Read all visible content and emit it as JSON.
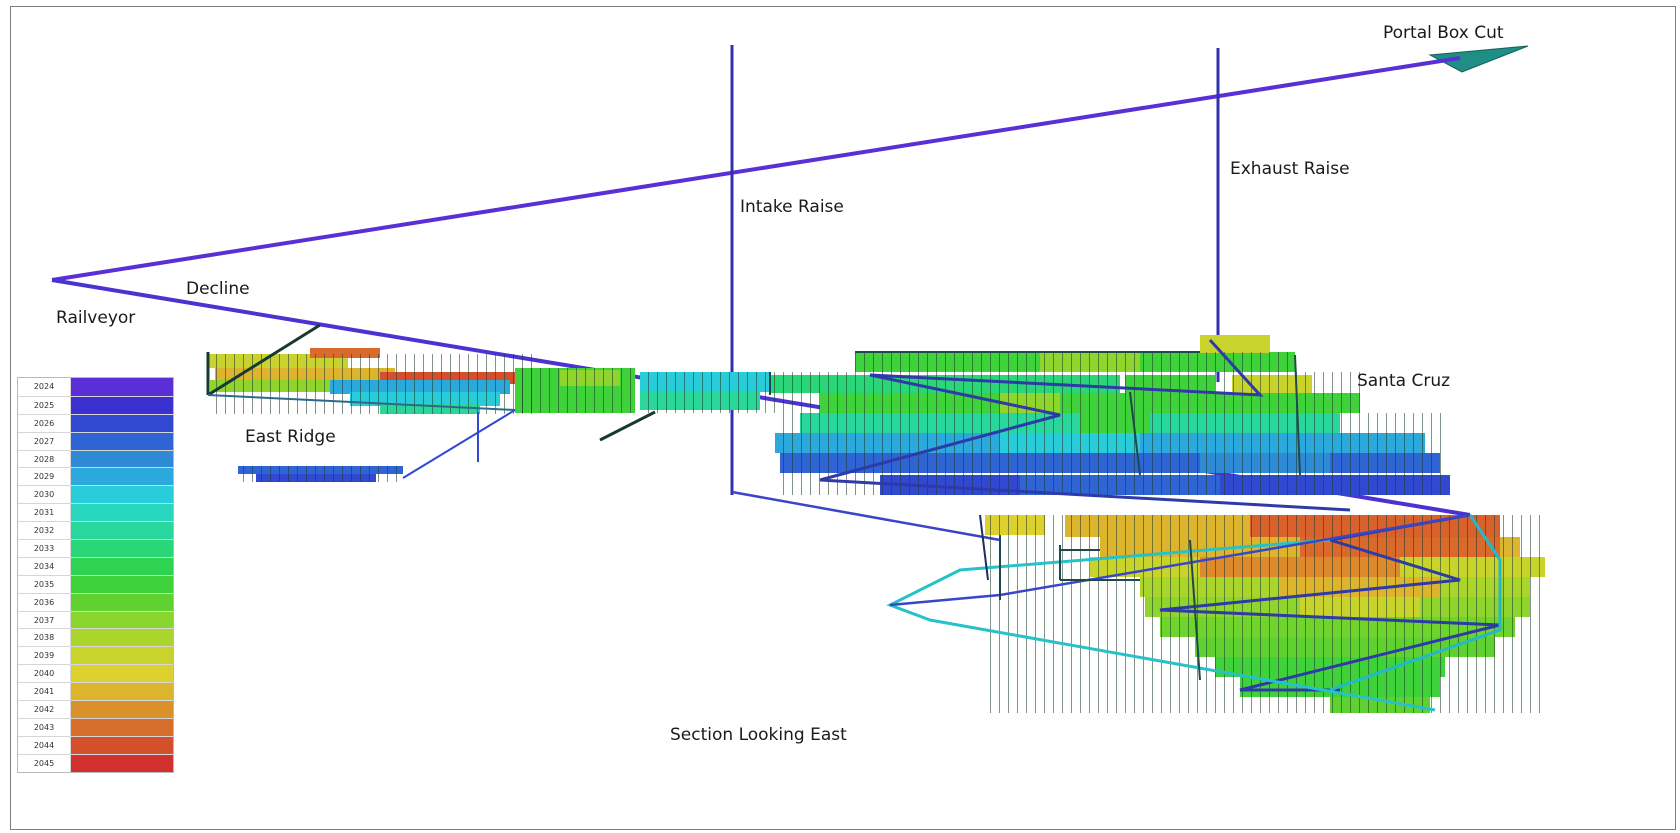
{
  "labels": {
    "portal": "Portal Box Cut",
    "exhaust": "Exhaust Raise",
    "intake": "Intake Raise",
    "decline": "Decline",
    "railveyor": "Railveyor",
    "santa_cruz": "Santa Cruz",
    "east_ridge": "East Ridge",
    "section": "Section Looking East"
  },
  "legend": [
    {
      "year": "2024",
      "color": "#5b2fd6"
    },
    {
      "year": "2025",
      "color": "#3a31d0"
    },
    {
      "year": "2026",
      "color": "#3049d0"
    },
    {
      "year": "2027",
      "color": "#2f64d4"
    },
    {
      "year": "2028",
      "color": "#2f8ad6"
    },
    {
      "year": "2029",
      "color": "#2ba8dc"
    },
    {
      "year": "2030",
      "color": "#29cdda"
    },
    {
      "year": "2031",
      "color": "#27d6bd"
    },
    {
      "year": "2032",
      "color": "#29d69c"
    },
    {
      "year": "2033",
      "color": "#2bd679"
    },
    {
      "year": "2034",
      "color": "#2ed351"
    },
    {
      "year": "2035",
      "color": "#3fd23a"
    },
    {
      "year": "2036",
      "color": "#5fd232"
    },
    {
      "year": "2037",
      "color": "#88d52e"
    },
    {
      "year": "2038",
      "color": "#a9d52c"
    },
    {
      "year": "2039",
      "color": "#c8d42c"
    },
    {
      "year": "2040",
      "color": "#dcd12e"
    },
    {
      "year": "2041",
      "color": "#dcb42e"
    },
    {
      "year": "2042",
      "color": "#d9912c"
    },
    {
      "year": "2043",
      "color": "#d66e2c"
    },
    {
      "year": "2044",
      "color": "#d4502c"
    },
    {
      "year": "2045",
      "color": "#d2302c"
    }
  ]
}
